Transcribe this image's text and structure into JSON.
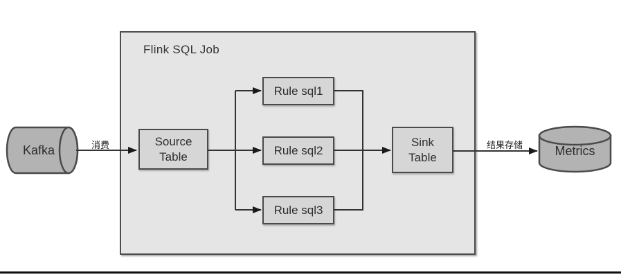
{
  "diagram": {
    "container": {
      "title": "Flink SQL Job"
    },
    "nodes": {
      "kafka": {
        "label": "Kafka",
        "shape": "cylinder-horizontal"
      },
      "source_table": {
        "label": "Source\nTable",
        "shape": "rect"
      },
      "rule1": {
        "label": "Rule sql1",
        "shape": "rect"
      },
      "rule2": {
        "label": "Rule sql2",
        "shape": "rect"
      },
      "rule3": {
        "label": "Rule sql3",
        "shape": "rect"
      },
      "sink_table": {
        "label": "Sink\nTable",
        "shape": "rect"
      },
      "metrics": {
        "label": "Metrics",
        "shape": "cylinder-vertical"
      }
    },
    "edges": {
      "kafka_to_source": {
        "label": "消费"
      },
      "source_to_rule1": {
        "label": ""
      },
      "source_to_rule2": {
        "label": ""
      },
      "source_to_rule3": {
        "label": ""
      },
      "rules_to_sink": {
        "label": ""
      },
      "sink_to_metrics": {
        "label": "结果存储"
      }
    },
    "colors": {
      "container_fill": "#e5e5e5",
      "box_fill": "#d6d6d6",
      "cylinder_fill": "#b3b3b3",
      "stroke": "#4a4a4a",
      "wire": "#333333",
      "arrowhead": "#1a1a1a",
      "bottom_rule": "#0e0e0e"
    }
  }
}
